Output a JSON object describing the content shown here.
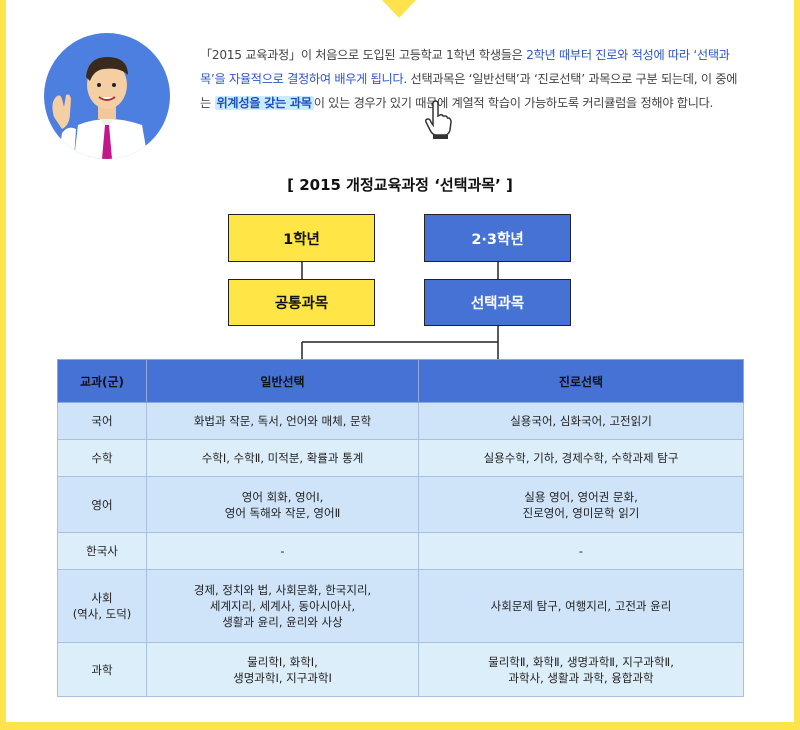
{
  "intro": {
    "part1": "「2015 교육과정」이 처음으로 도입된 고등학교 1학년 학생들은 ",
    "highlight1": "2학년 때부터 진로와 적성에 따라 ‘선택과목’을 자율적으로 결정하여 배우게 됩니다.",
    "part2": " 선택과목은 ‘일반선택’과 ‘진로선택’ 과목으로 구분 되는데, 이 중에는 ",
    "link": "위계성을 갖는 과목",
    "part3": "이 있는 경우가 있기 때문에 계열적 학습이 가능하도록 커리큘럼을 정해야 합니다."
  },
  "diagram": {
    "title": "[ 2015 개정교육과정 ‘선택과목’ ]",
    "grade1": "1학년",
    "grade23": "2·3학년",
    "common": "공통과목",
    "elective": "선택과목"
  },
  "table": {
    "headers": [
      "교과(군)",
      "일반선택",
      "진로선택"
    ],
    "rows": [
      {
        "subject": [
          "국어"
        ],
        "general": [
          "화법과 작문, 독서, 언어와 매체, 문학"
        ],
        "career": [
          "실용국어, 심화국어, 고전읽기"
        ]
      },
      {
        "subject": [
          "수학"
        ],
        "general": [
          "수학Ⅰ, 수학Ⅱ, 미적분, 확률과 통계"
        ],
        "career": [
          "실용수학, 기하, 경제수학, 수학과제 탐구"
        ]
      },
      {
        "subject": [
          "영어"
        ],
        "general": [
          "영어 회화, 영어Ⅰ,",
          "영어 독해와 작문, 영어Ⅱ"
        ],
        "career": [
          "실용 영어, 영어권 문화,",
          "진로영어, 영미문학 읽기"
        ]
      },
      {
        "subject": [
          "한국사"
        ],
        "general": [
          "-"
        ],
        "career": [
          "-"
        ]
      },
      {
        "subject": [
          "사회",
          "(역사, 도덕)"
        ],
        "general": [
          "경제, 정치와 법, 사회문화, 한국지리,",
          "세계지리, 세계사, 동아시아사,",
          "생활과 윤리, 윤리와 사상"
        ],
        "career": [
          "사회문제 탐구, 여행지리, 고전과 윤리"
        ]
      },
      {
        "subject": [
          "과학"
        ],
        "general": [
          "물리학Ⅰ, 화학Ⅰ,",
          "생명과학Ⅰ, 지구과학Ⅰ"
        ],
        "career": [
          "물리학Ⅱ, 화학Ⅱ, 생명과학Ⅱ, 지구과학Ⅱ,",
          "과학사, 생활과 과학, 융합과학"
        ]
      }
    ]
  },
  "colors": {
    "page_border": "#ffe34d",
    "yellow_box": "#ffe545",
    "blue_box": "#4672d6",
    "table_cell": "#cfe4f8"
  }
}
